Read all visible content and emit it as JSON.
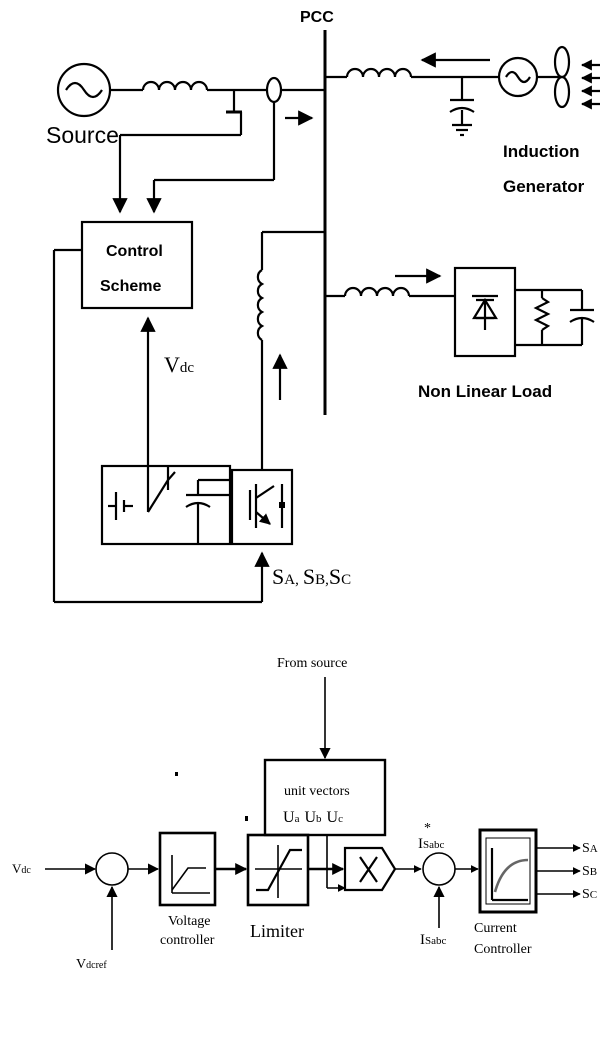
{
  "top": {
    "pcc": "PCC",
    "source": "Source",
    "induction_line1": "Induction",
    "induction_line2": "Generator",
    "control_line1": "Control",
    "control_line2": "Scheme",
    "vdc_main": "V",
    "vdc_sub": "dc",
    "nonlinear_load": "Non Linear Load",
    "switch_sa": "S",
    "switch_sa_sub": "A,",
    "switch_sb": "S",
    "switch_sb_sub": "B,",
    "switch_sc": "S",
    "switch_sc_sub": "C"
  },
  "bottom": {
    "from_source": "From source",
    "unit_vectors_line1": "unit vectors",
    "u_a": "U",
    "u_a_sub": "a",
    "u_b": "U",
    "u_b_sub": "b",
    "u_c": "U",
    "u_c_sub": "c",
    "vdc_main": "V",
    "vdc_sub": "dc",
    "vdcref_main": "V",
    "vdcref_sub": "dcref",
    "voltage_line1": "Voltage",
    "voltage_line2": "controller",
    "limiter": "Limiter",
    "isabc_star_main": "I",
    "isabc_star_sub": "Sabc",
    "star": "*",
    "isabc_main": "I",
    "isabc_sub": "Sabc",
    "current_line1": "Current",
    "current_line2": "Controller",
    "out_sa": "S",
    "out_sa_sub": "A",
    "out_sb": "S",
    "out_sb_sub": "B",
    "out_sc": "S",
    "out_sc_sub": "C"
  }
}
